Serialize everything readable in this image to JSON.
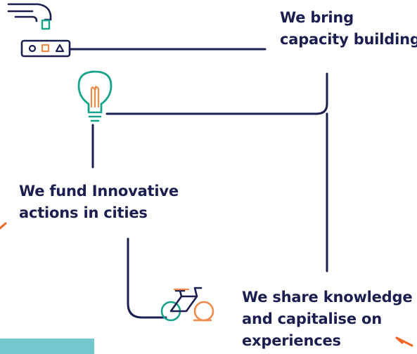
{
  "statements": {
    "capacity": {
      "lines": [
        "We bring",
        "capacity building"
      ]
    },
    "fund": {
      "lines": [
        "We fund Innovative",
        "actions in cities"
      ]
    },
    "share": {
      "lines": [
        "We share knowledge",
        "and capitalise on",
        "experiences"
      ]
    }
  },
  "icons": {
    "capacity": "hand-inserting-card-icon",
    "innovation": "lightbulb-icon",
    "mobility": "bicycle-icon"
  },
  "colors": {
    "navy": "#1a1f4f",
    "teal": "#16a58a",
    "orange": "#f08a4b",
    "bar": "#74c7cc",
    "accent": "#f26522"
  }
}
